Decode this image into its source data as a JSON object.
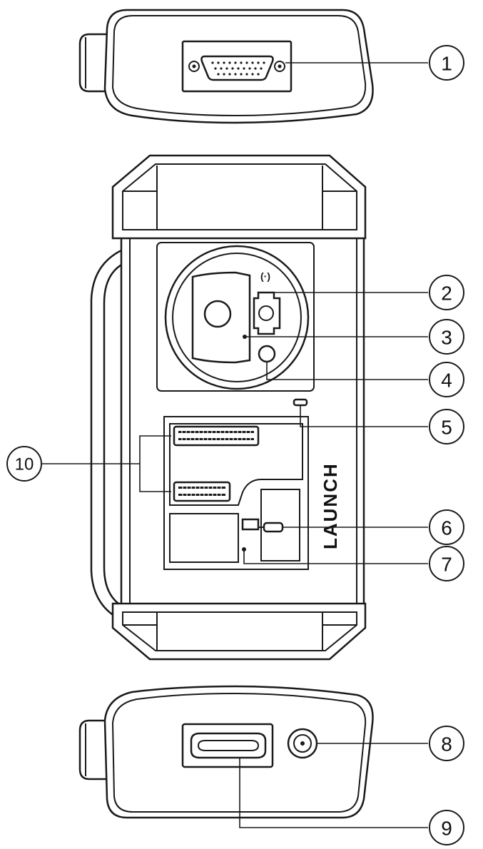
{
  "brand_text": "LAUNCH",
  "callouts": [
    "1",
    "2",
    "3",
    "4",
    "5",
    "6",
    "7",
    "8",
    "9",
    "10"
  ]
}
